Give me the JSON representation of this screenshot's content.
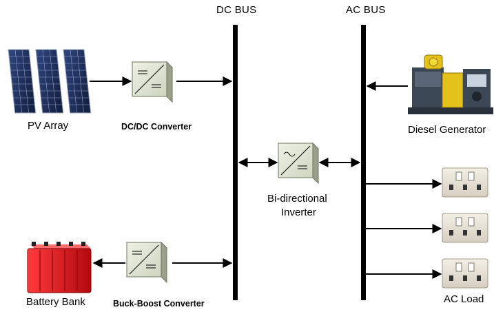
{
  "buses": {
    "dc": "DC BUS",
    "ac": "AC BUS"
  },
  "components": {
    "pv_array": "PV Array",
    "dcdc_converter": "DC/DC Converter",
    "battery_bank": "Battery Bank",
    "buck_boost_converter": "Buck-Boost Converter",
    "inverter_line1": "Bi-directional",
    "inverter_line2": "Inverter",
    "diesel_generator": "Diesel Generator",
    "ac_load": "AC Load"
  },
  "colors": {
    "converter_face": "#dfe4d2",
    "converter_side": "#9aa08c",
    "solar_panel": "#1d2b54",
    "battery": "#d8141b",
    "generator_body": "#3c4756",
    "generator_engine": "#e4c21a",
    "socket_plate": "#e6e0d4"
  }
}
